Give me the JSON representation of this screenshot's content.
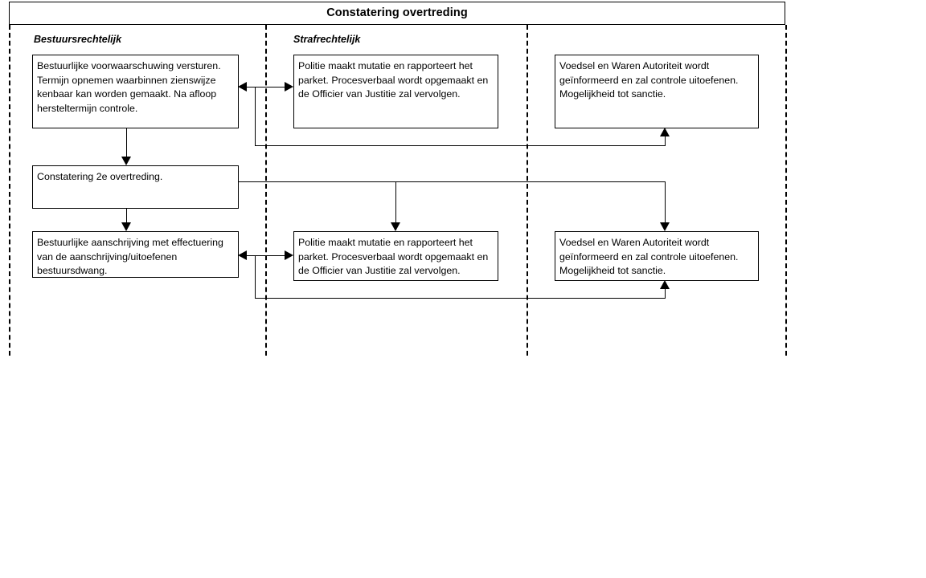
{
  "diagram": {
    "title": "Constatering overtreding",
    "lanes": [
      {
        "id": "bestuursrechtelijk",
        "label": "Bestuursrechtelijk"
      },
      {
        "id": "strafrechtelijk",
        "label": "Strafrechtelijk"
      },
      {
        "id": "derde",
        "label": ""
      }
    ],
    "nodes": [
      {
        "id": "n1",
        "lane": "bestuursrechtelijk",
        "text": "Bestuurlijke voorwaarschuwing versturen. Termijn opnemen waarbinnen zienswijze kenbaar kan worden gemaakt. Na afloop hersteltermijn controle."
      },
      {
        "id": "n2",
        "lane": "strafrechtelijk",
        "text": "Politie maakt mutatie en rapporteert het parket. Procesverbaal wordt opgemaakt en de Officier van Justitie zal vervolgen."
      },
      {
        "id": "n3",
        "lane": "derde",
        "text": "Voedsel en Waren Autoriteit wordt geïnformeerd en zal controle uitoefenen. Mogelijkheid tot sanctie."
      },
      {
        "id": "n4",
        "lane": "bestuursrechtelijk",
        "text": "Constatering 2e overtreding."
      },
      {
        "id": "n5",
        "lane": "bestuursrechtelijk",
        "text": "Bestuurlijke aanschrijving met effectuering van de aanschrijving/uitoefenen bestuursdwang."
      },
      {
        "id": "n6",
        "lane": "strafrechtelijk",
        "text": "Politie maakt mutatie en rapporteert het parket. Procesverbaal wordt opgemaakt en de Officier van Justitie zal vervolgen."
      },
      {
        "id": "n7",
        "lane": "derde",
        "text": "Voedsel en Waren Autoriteit wordt geïnformeerd en zal controle uitoefenen. Mogelijkheid tot sanctie."
      }
    ],
    "colors": {
      "line": "#000000",
      "background": "#ffffff",
      "text": "#000000"
    }
  }
}
